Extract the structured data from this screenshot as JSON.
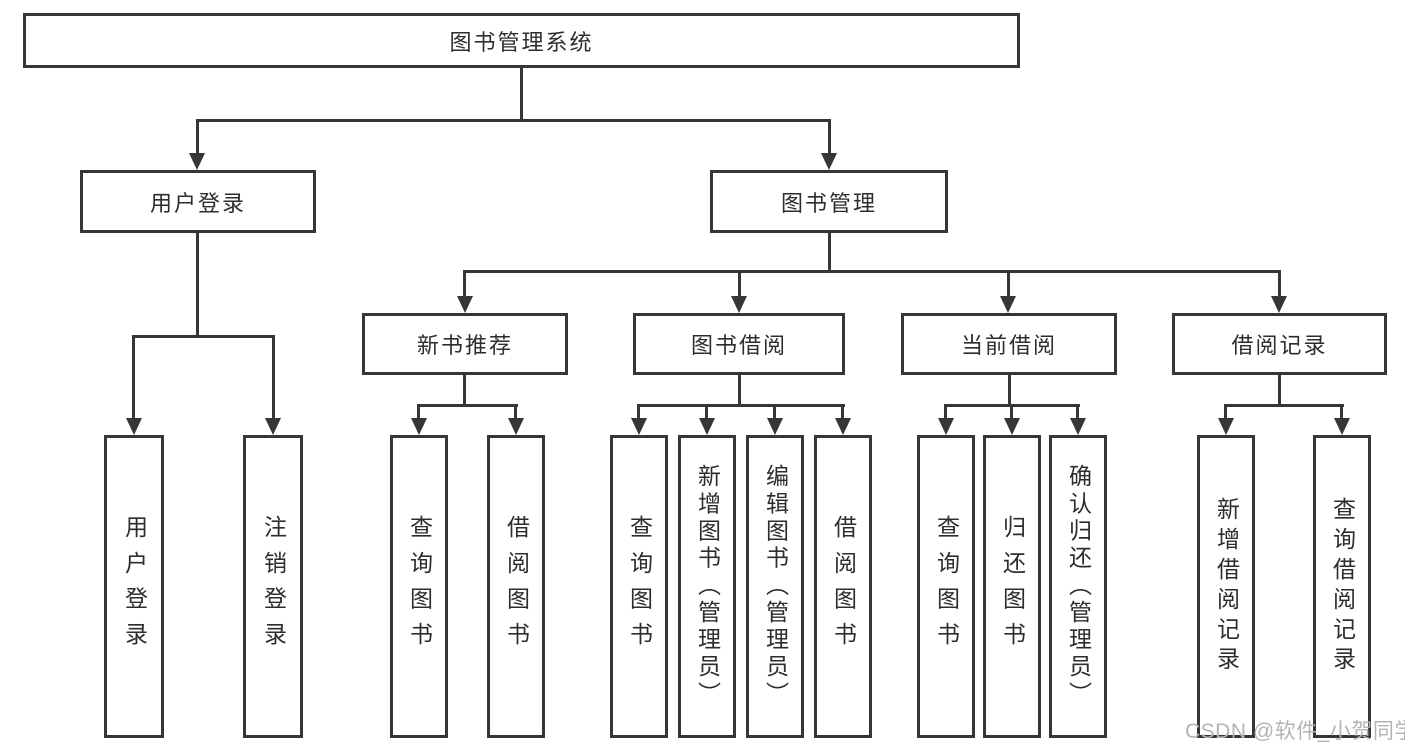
{
  "tree": {
    "root": {
      "label": "图书管理系统"
    },
    "branches": [
      {
        "label": "用户登录",
        "children": [
          {
            "label": "用户登录"
          },
          {
            "label": "注销登录"
          }
        ]
      },
      {
        "label": "图书管理",
        "children": [
          {
            "label": "新书推荐",
            "children": [
              {
                "label": "查询图书"
              },
              {
                "label": "借阅图书"
              }
            ]
          },
          {
            "label": "图书借阅",
            "children": [
              {
                "label": "查询图书"
              },
              {
                "label": "新增图书（管理员）"
              },
              {
                "label": "编辑图书（管理员）"
              },
              {
                "label": "借阅图书"
              }
            ]
          },
          {
            "label": "当前借阅",
            "children": [
              {
                "label": "查询图书"
              },
              {
                "label": "归还图书"
              },
              {
                "label": "确认归还（管理员）"
              }
            ]
          },
          {
            "label": "借阅记录",
            "children": [
              {
                "label": "新增借阅记录"
              },
              {
                "label": "查询借阅记录"
              }
            ]
          }
        ]
      }
    ]
  },
  "watermark": {
    "text": "CSDN @软件_小贺同学"
  },
  "colors": {
    "line": "#363636",
    "text": "#2d2d2d",
    "watermark": "#b4b4b4",
    "background": "#ffffff"
  }
}
